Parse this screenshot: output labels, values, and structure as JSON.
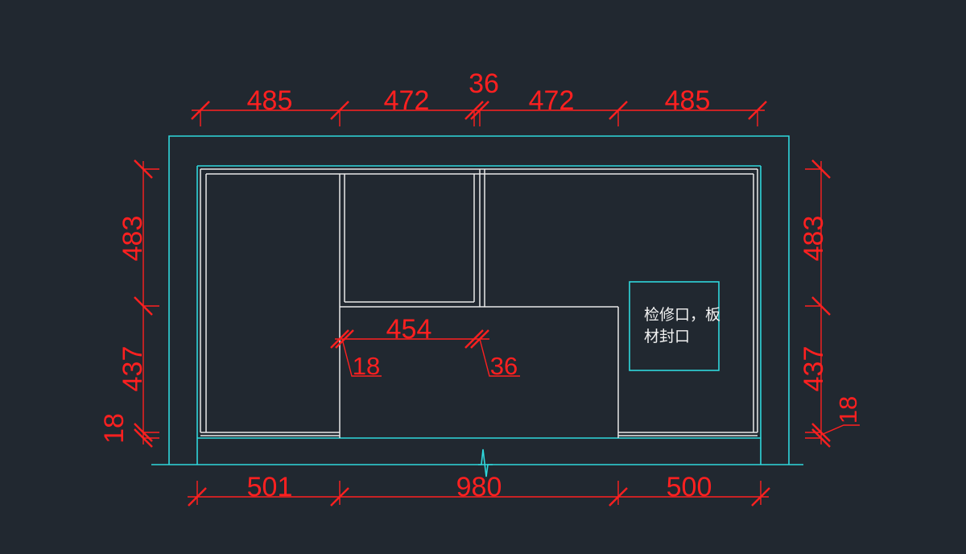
{
  "drawing": {
    "colors": {
      "background": "#212830",
      "outline": "#2fd8dc",
      "cabinet": "#e8e8e8",
      "dimension": "#ff2020",
      "note": "#f2f2f2"
    },
    "dimensions": {
      "top": [
        "485",
        "472",
        "36",
        "472",
        "485"
      ],
      "bottom": [
        "501",
        "980",
        "500"
      ],
      "left": [
        "483",
        "437",
        "18"
      ],
      "right": [
        "483",
        "437",
        "18"
      ],
      "inner": {
        "width": "454",
        "left_leader": "18",
        "right_leader": "36"
      }
    },
    "note": {
      "line1": "检修口，板",
      "line2": "材封口"
    }
  }
}
